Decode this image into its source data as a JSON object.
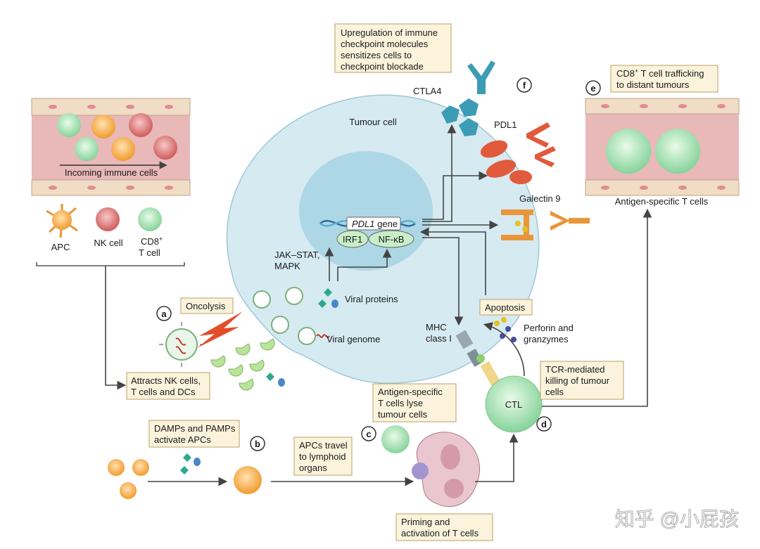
{
  "labels": {
    "tumour_cell": "Tumour cell",
    "pdl1_gene_italic": "PDL1",
    "pdl1_gene_rest": " gene",
    "irf1": "IRF1",
    "nfkb": "NF-κB",
    "jak_stat": "JAK–STAT,",
    "mapk": "MAPK",
    "viral_proteins": "Viral proteins",
    "viral_genome": "Viral genome",
    "ctla4": "CTLA4",
    "pdl1": "PDL1",
    "galectin9": "Galectin 9",
    "mhc1": "MHC",
    "mhc2": "class I",
    "perforin1": "Perforin and",
    "perforin2": "granzymes",
    "ctl": "CTL",
    "incoming": "Incoming immune cells",
    "apc": "APC",
    "nk": "NK cell",
    "cd8_1": "CD8",
    "cd8_sup": "+",
    "cd8_2": "T cell",
    "antigen_specific": "Antigen-specific T cells"
  },
  "boxes": {
    "checkpoint": [
      "Upregulation of immune",
      "checkpoint molecules",
      "sensitizes cells to",
      "checkpoint blockade"
    ],
    "trafficking_1a": "CD8",
    "trafficking_1sup": "+",
    "trafficking_1b": " T cell trafficking",
    "trafficking_2": "to distant tumours",
    "oncolysis": "Oncolysis",
    "apoptosis": "Apoptosis",
    "attracts": [
      "Attracts NK cells,",
      "T cells and DCs"
    ],
    "tcr": [
      "TCR-mediated",
      "killing of tumour",
      "cells"
    ],
    "damps": [
      "DAMPs and PAMPs",
      "activate APCs"
    ],
    "apcs_travel": [
      "APCs travel",
      "to lymphoid",
      "organs"
    ],
    "lyse": [
      "Antigen-specific",
      "T cells lyse",
      "tumour cells"
    ],
    "priming": [
      "Priming and",
      "activation of T cells"
    ]
  },
  "steps": {
    "a": "a",
    "b": "b",
    "c": "c",
    "d": "d",
    "e": "e",
    "f": "f"
  },
  "watermark": "知乎 @小屁孩",
  "colors": {
    "box_fill": "#fbf3dc",
    "box_stroke": "#b8a06a",
    "tumour_cell": "#d6eaf1",
    "nucleus": "#aed7e6",
    "vessel": "#e9b8b8",
    "pdl1": "#e25a3c",
    "ctla4": "#3d9cb5",
    "galectin": "#e9953a",
    "ctl": "#c9efc9"
  }
}
